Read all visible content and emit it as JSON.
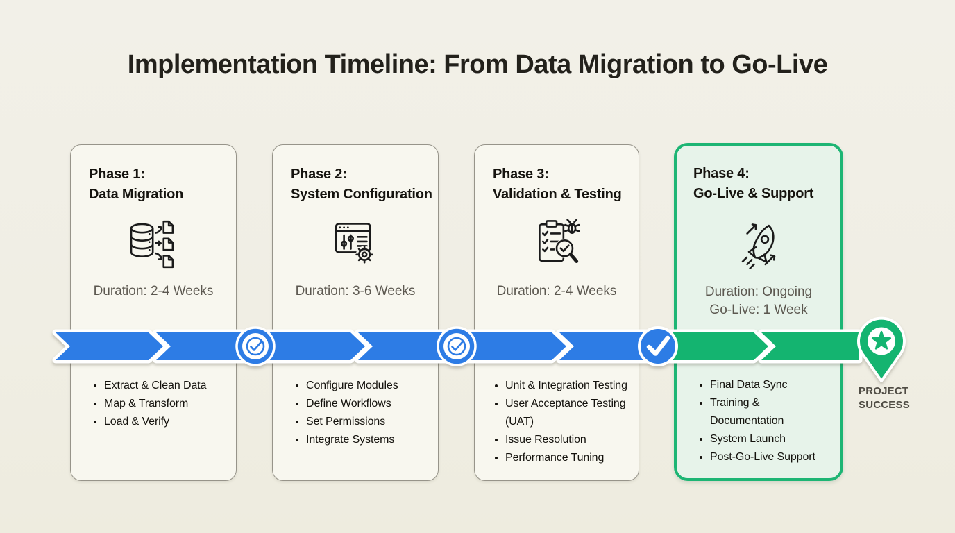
{
  "title": "Implementation Timeline: From Data Migration to Go-Live",
  "phases": [
    {
      "heading_line1": "Phase 1:",
      "heading_line2": "Data Migration",
      "icon": "database-migration-icon",
      "duration_line1": "Duration: 2-4 Weeks",
      "duration_line2": "",
      "bullets": [
        "Extract & Clean Data",
        "Map & Transform",
        "Load & Verify"
      ]
    },
    {
      "heading_line1": "Phase 2:",
      "heading_line2": "System Configuration",
      "icon": "system-configuration-icon",
      "duration_line1": "Duration: 3-6 Weeks",
      "duration_line2": "",
      "bullets": [
        "Configure Modules",
        "Define Workflows",
        "Set Permissions",
        "Integrate Systems"
      ]
    },
    {
      "heading_line1": "Phase 3:",
      "heading_line2": "Validation & Testing",
      "icon": "validation-testing-icon",
      "duration_line1": "Duration: 2-4 Weeks",
      "duration_line2": "",
      "bullets": [
        "Unit & Integration Testing",
        "User Acceptance Testing (UAT)",
        "Issue Resolution",
        "Performance Tuning"
      ]
    },
    {
      "heading_line1": "Phase 4:",
      "heading_line2": "Go-Live & Support",
      "icon": "rocket-launch-icon",
      "duration_line1": "Duration: Ongoing",
      "duration_line2": "Go-Live: 1 Week",
      "bullets": [
        "Final Data Sync",
        "Training & Documentation",
        "System Launch",
        "Post-Go-Live Support"
      ]
    }
  ],
  "timeline": {
    "milestone_label_line1": "PROJECT",
    "milestone_label_line2": "SUCCESS",
    "checkpoint_icons": [
      "check-circle-outline-icon",
      "check-circle-outline-icon",
      "check-bold-icon"
    ],
    "end_marker_icon": "star-pin-icon"
  },
  "colors": {
    "ribbon_blue": "#2d7ce5",
    "ribbon_green": "#14b470",
    "highlight_card_bg": "#e7f3ea",
    "highlight_card_border": "#1db574",
    "background": "#f0eee4"
  }
}
